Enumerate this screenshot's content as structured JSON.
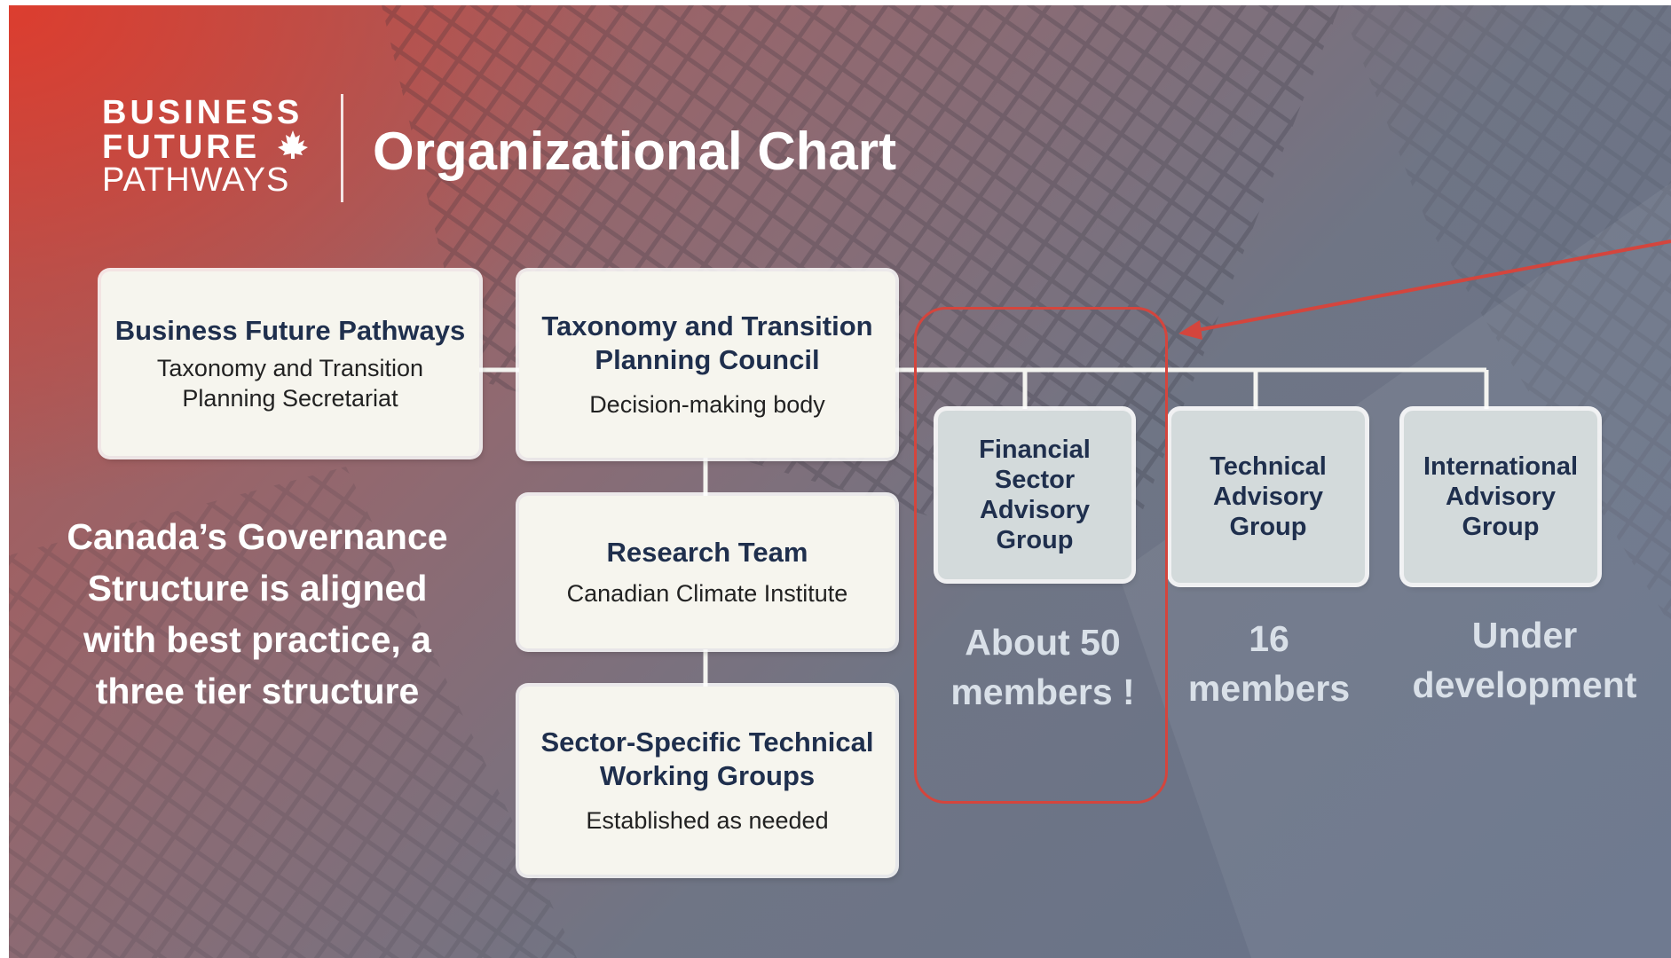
{
  "logo": {
    "line1": "BUSINESS",
    "line2": "FUTURE",
    "line3": "PATHWAYS",
    "icon": "maple-leaf-icon"
  },
  "title": "Organizational Chart",
  "boxes": {
    "secretariat": {
      "title": "Business Future Pathways",
      "subtitle": "Taxonomy and Transition Planning Secretariat"
    },
    "council": {
      "title": "Taxonomy and Transition Planning Council",
      "subtitle": "Decision-making body"
    },
    "research": {
      "title": "Research Team",
      "subtitle": "Canadian Climate Institute"
    },
    "working_groups": {
      "title": "Sector-Specific Technical Working Groups",
      "subtitle": "Established as needed"
    }
  },
  "advisory_groups": [
    {
      "name": "Financial\nSector\nAdvisory\nGroup",
      "note": "About 50\nmembers !"
    },
    {
      "name": "Technical\nAdvisory\nGroup",
      "note": "16\nmembers"
    },
    {
      "name": "International\nAdvisory\nGroup",
      "note": "Under\ndevelopment"
    }
  ],
  "caption": "Canada’s Governance Structure is aligned with best practice, a three tier structure",
  "colors": {
    "accent_red": "#d4453d",
    "box_fill": "#f6f5ee",
    "advisory_fill": "#d3dadb",
    "title_navy": "#1f2f4d"
  }
}
